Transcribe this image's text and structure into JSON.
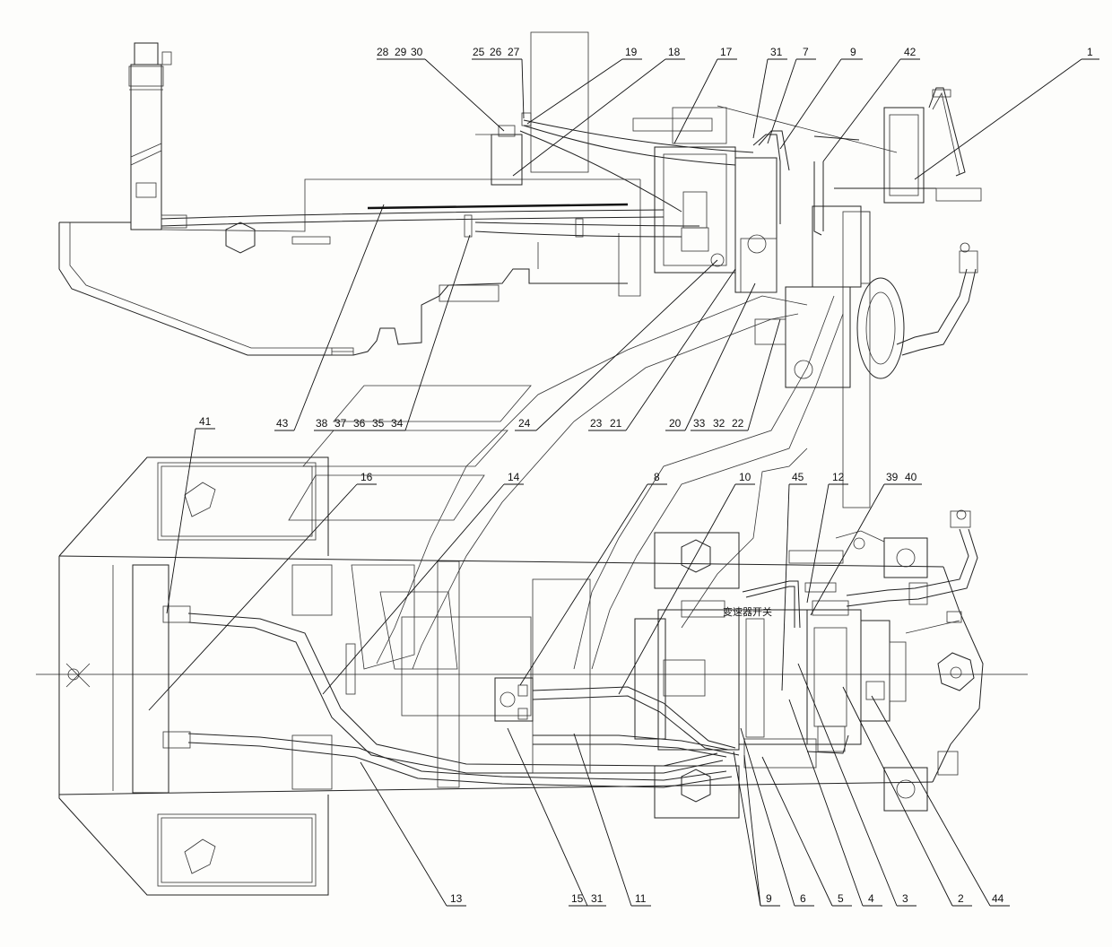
{
  "diagram": {
    "top_view_callouts": [
      {
        "id": "c-28",
        "text": "28"
      },
      {
        "id": "c-29",
        "text": "29"
      },
      {
        "id": "c-30",
        "text": "30"
      },
      {
        "id": "c-25",
        "text": "25"
      },
      {
        "id": "c-26",
        "text": "26"
      },
      {
        "id": "c-27",
        "text": "27"
      },
      {
        "id": "c-19",
        "text": "19"
      },
      {
        "id": "c-18",
        "text": "18"
      },
      {
        "id": "c-17",
        "text": "17"
      },
      {
        "id": "c-31a",
        "text": "31"
      },
      {
        "id": "c-7",
        "text": "7"
      },
      {
        "id": "c-9a",
        "text": "9"
      },
      {
        "id": "c-42",
        "text": "42"
      },
      {
        "id": "c-1",
        "text": "1"
      }
    ],
    "middle_callouts": [
      {
        "id": "c-43",
        "text": "43"
      },
      {
        "id": "c-38",
        "text": "38"
      },
      {
        "id": "c-37",
        "text": "37"
      },
      {
        "id": "c-36",
        "text": "36"
      },
      {
        "id": "c-35",
        "text": "35"
      },
      {
        "id": "c-34",
        "text": "34"
      },
      {
        "id": "c-24",
        "text": "24"
      },
      {
        "id": "c-23",
        "text": "23"
      },
      {
        "id": "c-21",
        "text": "21"
      },
      {
        "id": "c-20",
        "text": "20"
      },
      {
        "id": "c-33",
        "text": "33"
      },
      {
        "id": "c-32",
        "text": "32"
      },
      {
        "id": "c-22",
        "text": "22"
      }
    ],
    "plan_view_callouts": [
      {
        "id": "c-41",
        "text": "41"
      },
      {
        "id": "c-16",
        "text": "16"
      },
      {
        "id": "c-14",
        "text": "14"
      },
      {
        "id": "c-8",
        "text": "8"
      },
      {
        "id": "c-10",
        "text": "10"
      },
      {
        "id": "c-45",
        "text": "45"
      },
      {
        "id": "c-12",
        "text": "12"
      },
      {
        "id": "c-39",
        "text": "39"
      },
      {
        "id": "c-40",
        "text": "40"
      }
    ],
    "bottom_callouts": [
      {
        "id": "c-13",
        "text": "13"
      },
      {
        "id": "c-15",
        "text": "15"
      },
      {
        "id": "c-31b",
        "text": "31"
      },
      {
        "id": "c-11",
        "text": "11"
      },
      {
        "id": "c-9b",
        "text": "9"
      },
      {
        "id": "c-6",
        "text": "6"
      },
      {
        "id": "c-5",
        "text": "5"
      },
      {
        "id": "c-4",
        "text": "4"
      },
      {
        "id": "c-3",
        "text": "3"
      },
      {
        "id": "c-2",
        "text": "2"
      },
      {
        "id": "c-44",
        "text": "44"
      }
    ],
    "component_label": "变速器开关"
  }
}
